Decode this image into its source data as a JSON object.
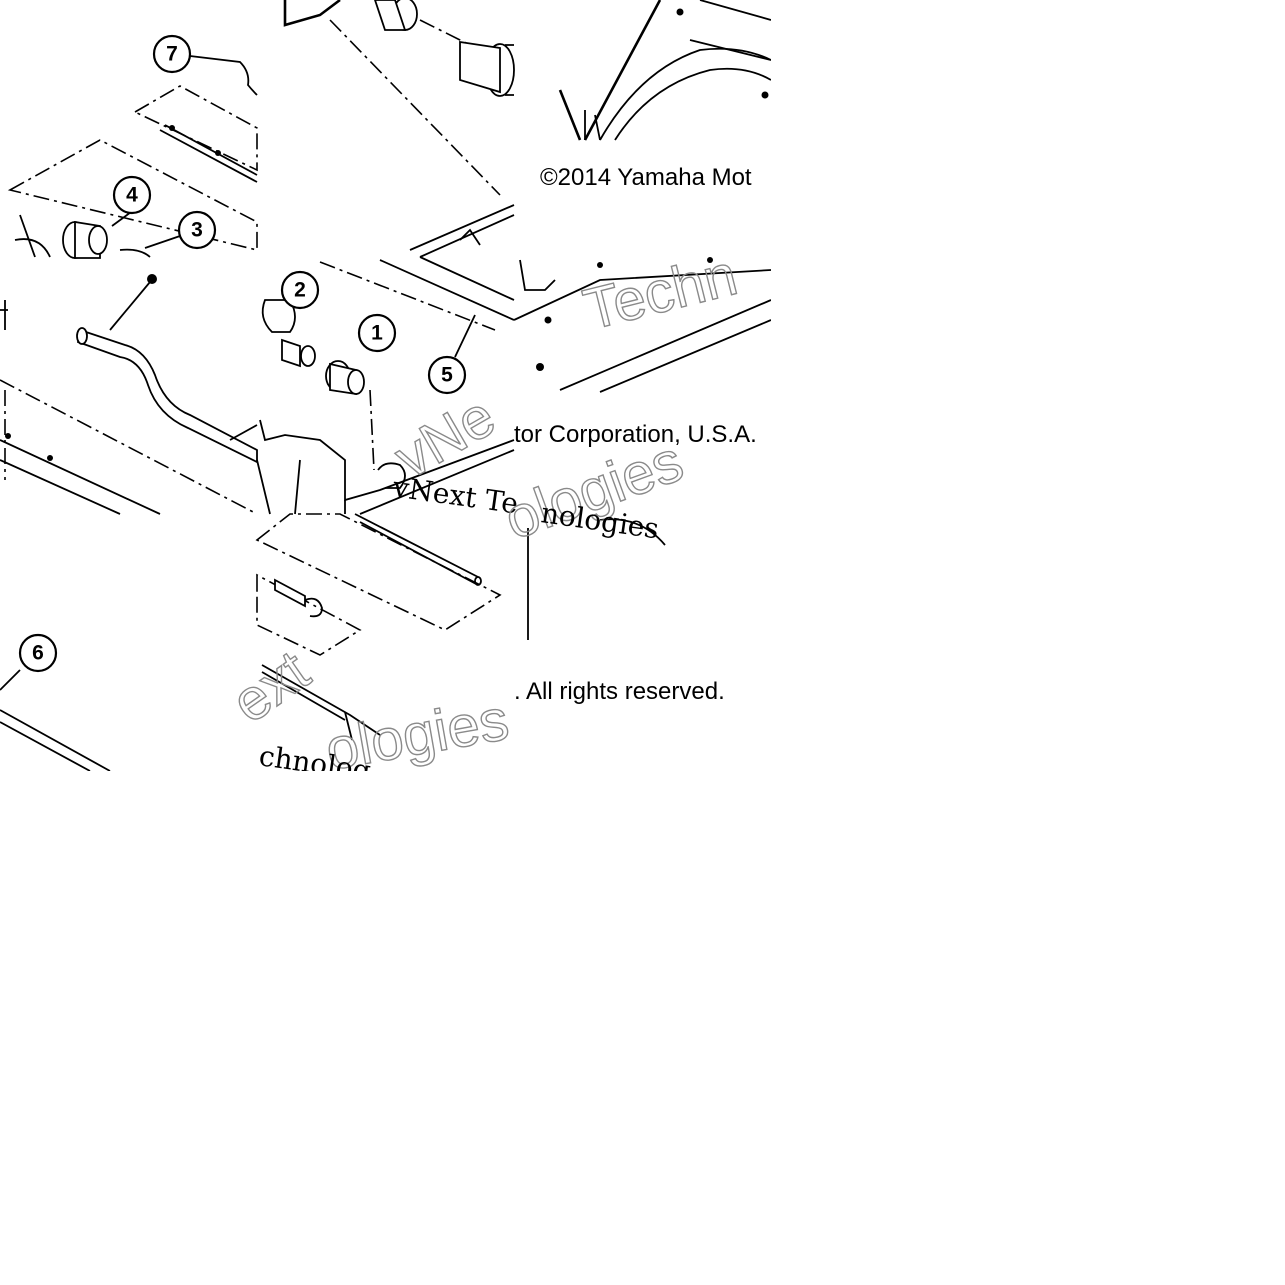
{
  "diagram": {
    "callouts": [
      {
        "id": "callout-1",
        "number": "1"
      },
      {
        "id": "callout-2",
        "number": "2"
      },
      {
        "id": "callout-3",
        "number": "3"
      },
      {
        "id": "callout-4",
        "number": "4"
      },
      {
        "id": "callout-5",
        "number": "5"
      },
      {
        "id": "callout-6",
        "number": "6"
      },
      {
        "id": "callout-7",
        "number": "7"
      }
    ],
    "copyright": {
      "segment_1": "©2014 Yamaha Mot",
      "segment_2": "tor Corporation, U.S.A.",
      "segment_3": ". All rights reserved."
    },
    "watermarks": {
      "outline_1": "Techn",
      "outline_2": "vNe",
      "outline_3": "ologies",
      "outline_4": "ext",
      "outline_5": "ologies",
      "serif_1": "vNext Te",
      "serif_2": "nologies",
      "serif_3": "chnolog"
    }
  }
}
